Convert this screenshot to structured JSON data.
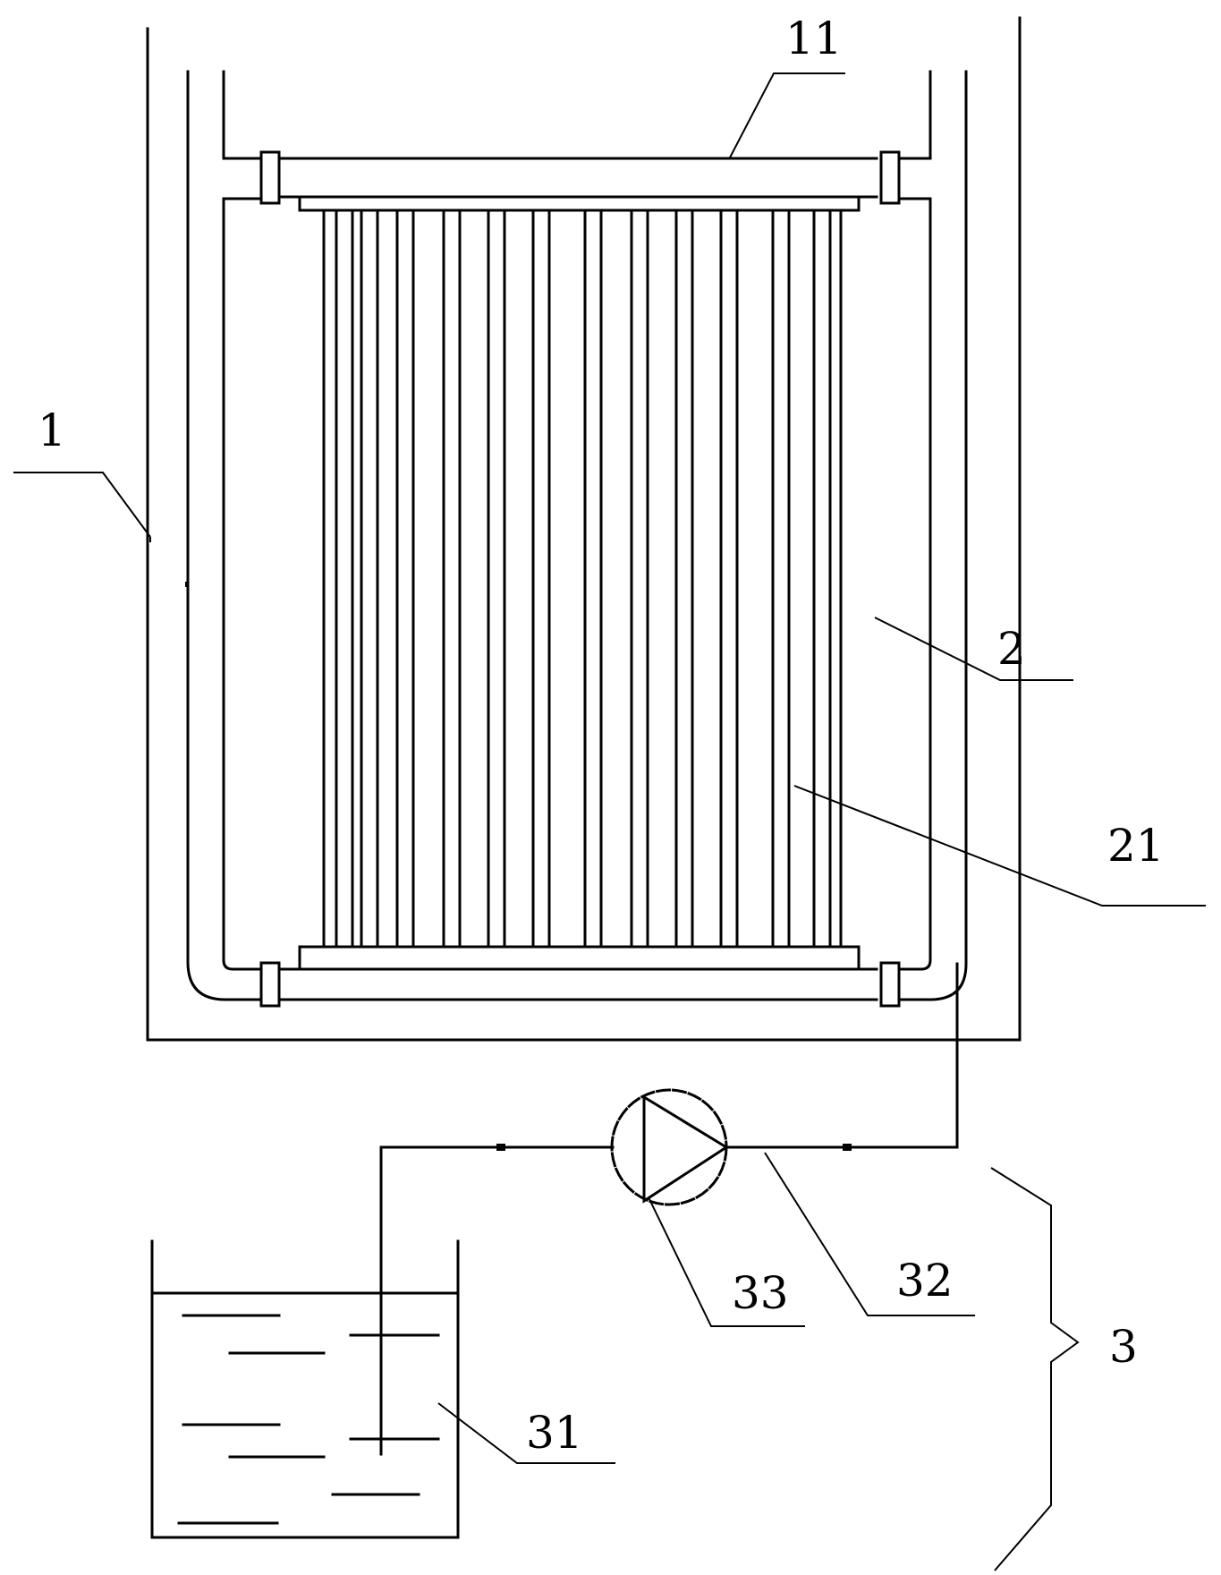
{
  "labels": {
    "tank": "1",
    "manifold": "11",
    "module": "2",
    "membrane_tubes": "21",
    "system": "3",
    "reservoir": "31",
    "pipe": "32",
    "pump": "33"
  },
  "colors": {
    "line": "#000000",
    "background": "#ffffff"
  }
}
